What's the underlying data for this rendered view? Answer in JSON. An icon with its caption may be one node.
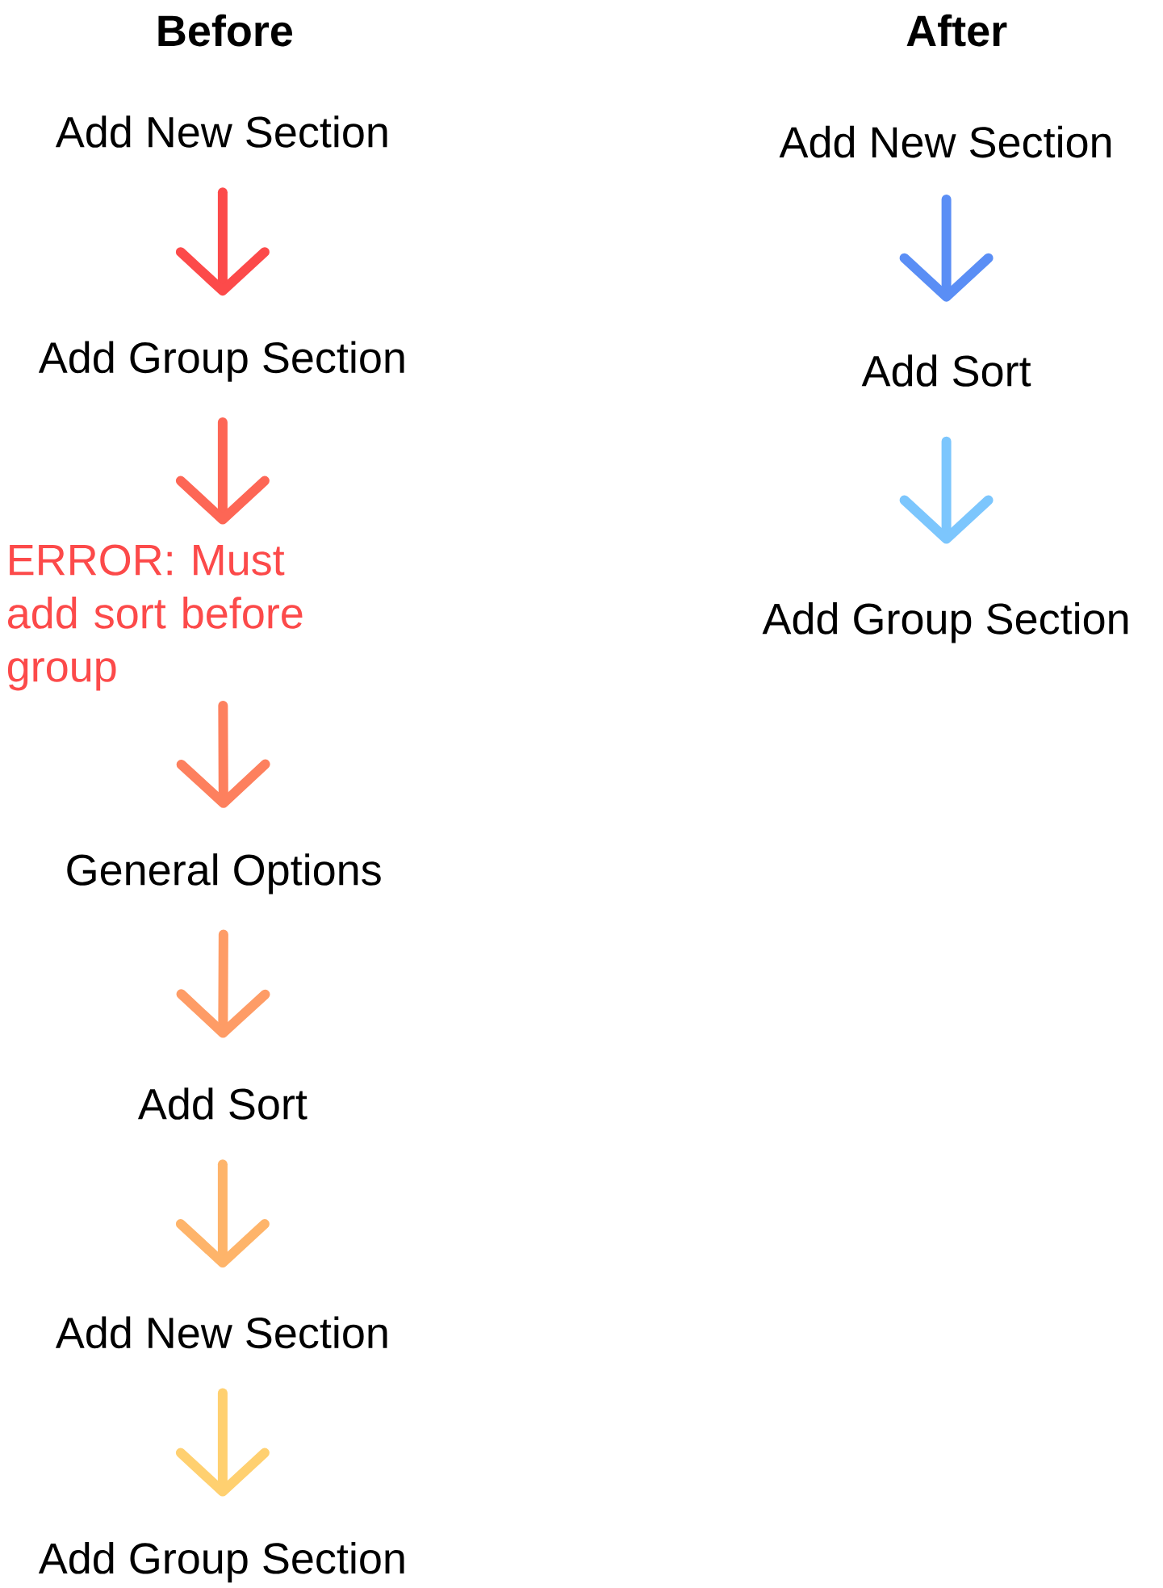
{
  "diagram": {
    "nodes": [
      {
        "text": [
          "Add New Section"
        ]
      },
      {
        "text": [
          "Add Group Section"
        ]
      },
      {
        "text": [
          "ERROR: Must add sort before group"
        ]
      },
      {
        "text": [
          "General Options"
        ]
      },
      {
        "text": [
          "Add Sort"
        ]
      },
      {
        "text": [
          "Add New Section"
        ]
      },
      {
        "text": [
          "Add Group Section"
        ]
      },
      {
        "text": [
          "Add New Section"
        ]
      },
      {
        "text": [
          "Add Sort"
        ]
      },
      {
        "text": [
          "Add Group Section"
        ]
      }
    ],
    "edges": [
      {
        "from": 0,
        "to": 1,
        "arrow": "to",
        "color": "#fc4a4a"
      },
      {
        "from": 1,
        "to": 2,
        "arrow": "to",
        "color": "#fd6655"
      },
      {
        "from": 2,
        "to": 3,
        "arrow": "to",
        "color": "#fd805e"
      },
      {
        "from": 3,
        "to": 4,
        "arrow": "to",
        "color": "#fe9c66"
      },
      {
        "from": 4,
        "to": 5,
        "arrow": "to",
        "color": "#feb46a"
      },
      {
        "from": 5,
        "to": 6,
        "arrow": "to",
        "color": "#ffd070"
      },
      {
        "from": 7,
        "to": 8,
        "arrow": "to",
        "color": "#5a8ef5"
      },
      {
        "from": 8,
        "to": 9,
        "arrow": "to",
        "color": "#7cc6fd"
      }
    ],
    "labels": [
      "Before",
      "After"
    ]
  }
}
